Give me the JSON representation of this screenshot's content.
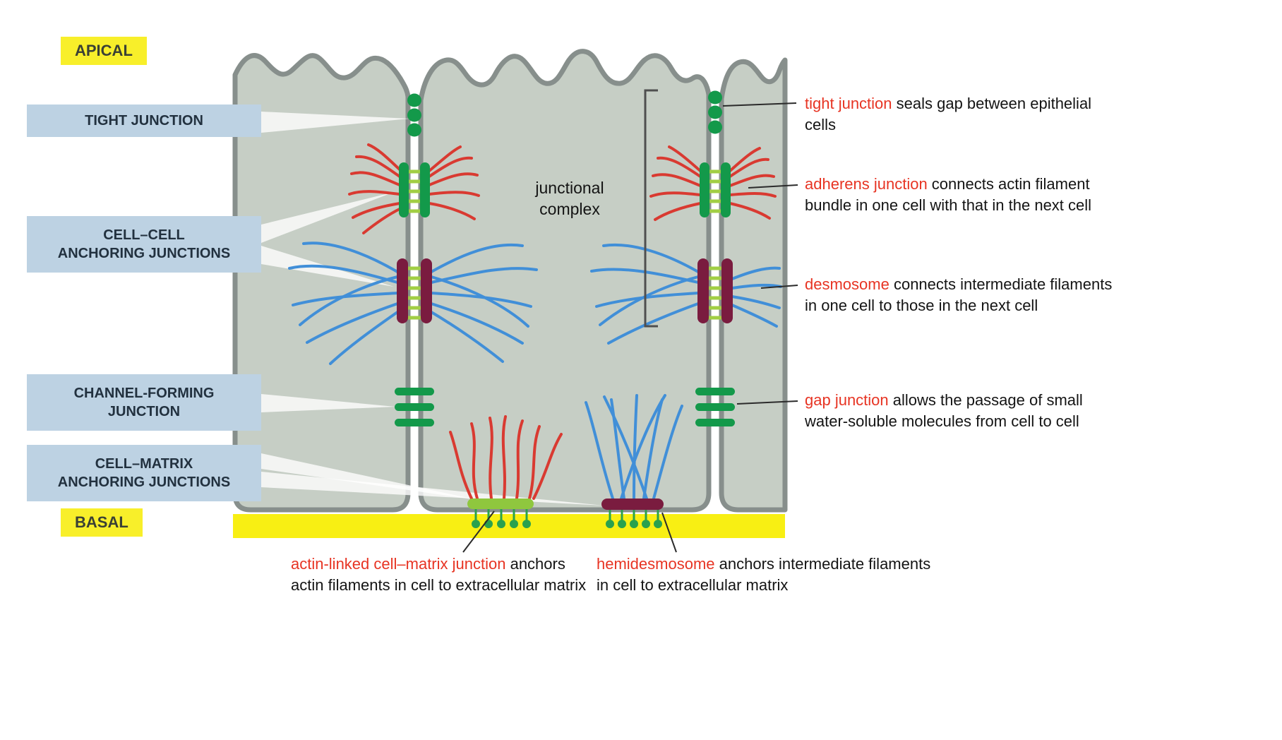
{
  "figure": {
    "apical_label": "APICAL",
    "basal_label": "BASAL",
    "bracket_label": "junctional complex"
  },
  "left_labels": [
    {
      "text": "TIGHT JUNCTION"
    },
    {
      "text": "CELL–CELL\nANCHORING JUNCTIONS"
    },
    {
      "text": "CHANNEL-FORMING\nJUNCTION"
    },
    {
      "text": "CELL–MATRIX\nANCHORING JUNCTIONS"
    }
  ],
  "right_annotations": [
    {
      "keyword": "tight junction",
      "rest": " seals gap between epithelial cells"
    },
    {
      "keyword": "adherens junction",
      "rest": " connects actin filament bundle in one cell with that in the next cell"
    },
    {
      "keyword": "desmosome",
      "rest": " connects intermediate filaments in one cell to those in the next cell"
    },
    {
      "keyword": "gap junction",
      "rest": " allows the passage of small water-soluble molecules from cell to cell"
    }
  ],
  "bottom_annotations": [
    {
      "keyword": "actin-linked cell–matrix junction",
      "rest": " anchors actin filaments in cell to extracellular matrix"
    },
    {
      "keyword": "hemidesmosome",
      "rest": " anchors intermediate filaments in cell to extracellular matrix"
    }
  ],
  "colors": {
    "cell_fill": "#c6cec5",
    "membrane": "#878f8c",
    "junction_green": "#13994a",
    "ladder_green": "#a1ce44",
    "matrix_bar_green": "#8fc73e",
    "pin_green": "#2aa14e",
    "desmosome_maroon": "#7a1c3f",
    "actin_red": "#d93a31",
    "intermediate_blue": "#418fd8",
    "basal_lamina_yellow": "#f8ef13",
    "label_blue": "#bdd2e3",
    "region_yellow": "#f8ef2a",
    "keyword_red": "#e73423",
    "line_gray": "#4f4f4f"
  }
}
